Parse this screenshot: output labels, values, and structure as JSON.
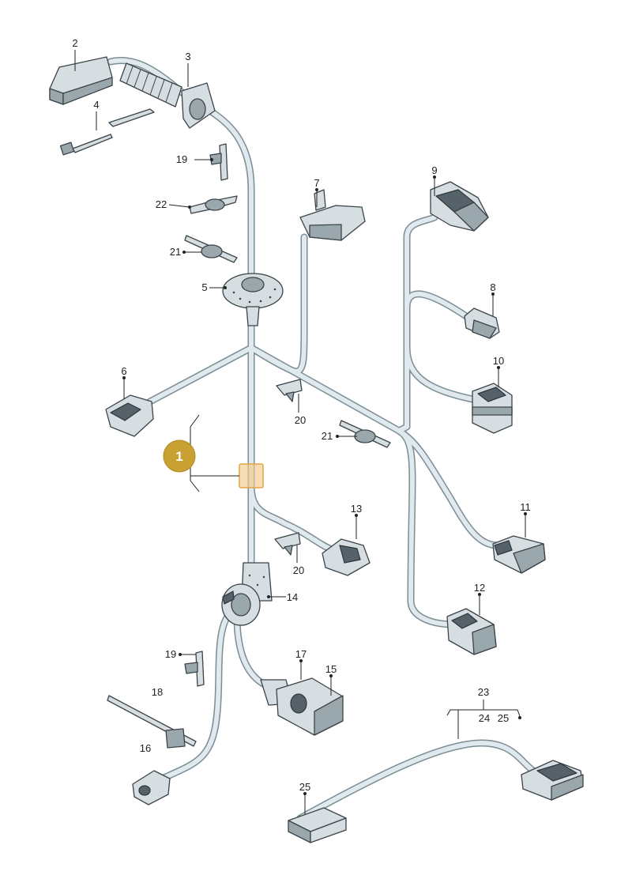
{
  "badge": {
    "number": "1"
  },
  "callouts": {
    "c2": "2",
    "c3": "3",
    "c4": "4",
    "c5": "5",
    "c6": "6",
    "c7": "7",
    "c8": "8",
    "c9": "9",
    "c10": "10",
    "c11": "11",
    "c12": "12",
    "c13": "13",
    "c14": "14",
    "c15": "15",
    "c16": "16",
    "c17": "17",
    "c18": "18",
    "c19a": "19",
    "c19b": "19",
    "c20a": "20",
    "c20b": "20",
    "c21a": "21",
    "c21b": "21",
    "c22": "22",
    "c23": "23",
    "c24": "24",
    "c25a": "25",
    "c25b": "25"
  },
  "colors": {
    "badge": "#c9a032",
    "highlight": "#f4c98a",
    "wire": "#dfe9ee"
  }
}
